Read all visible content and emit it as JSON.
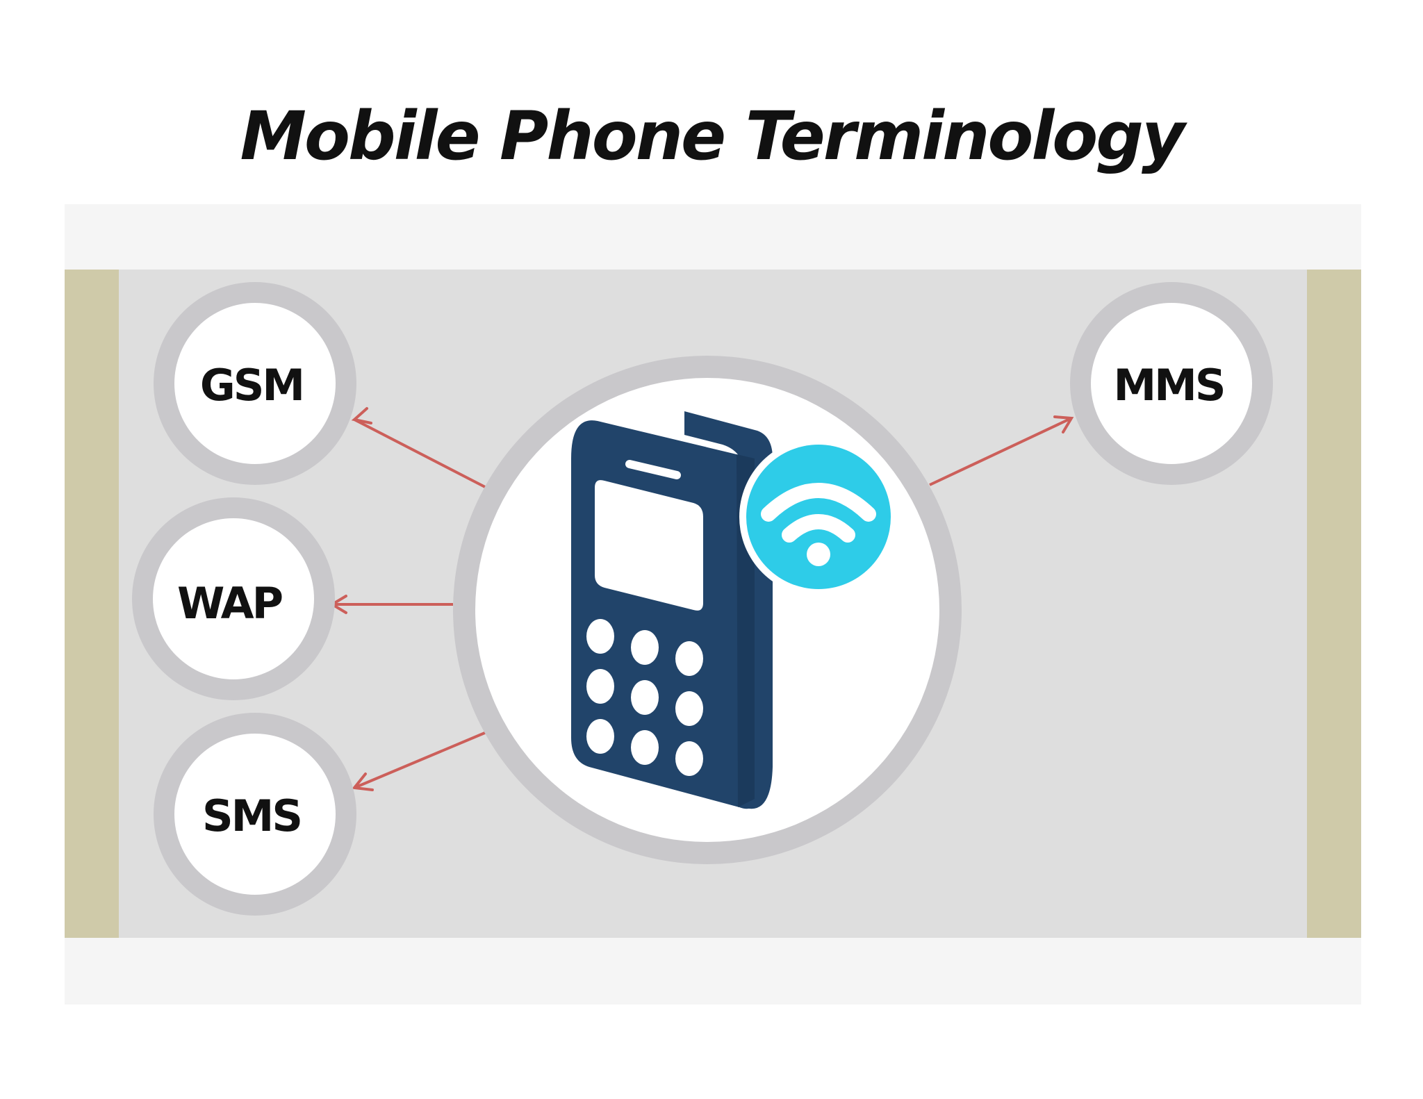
{
  "title": "Mobile Phone Terminology",
  "diagram": {
    "center": {
      "label": "mobile phone with wifi signal",
      "icon": "mobile-phone-wifi-icon"
    },
    "nodes": [
      {
        "id": "gsm",
        "label": "GSM"
      },
      {
        "id": "wap",
        "label": "WAP"
      },
      {
        "id": "sms",
        "label": "SMS"
      },
      {
        "id": "mms",
        "label": "MMS"
      }
    ]
  },
  "colors": {
    "arrow": "#cc5f5a",
    "phone": "#21446a",
    "wifi_badge": "#2ecce8",
    "band": "#dedede",
    "band_edge": "#cfcaa9",
    "circle_ring": "#c9c8cb"
  }
}
